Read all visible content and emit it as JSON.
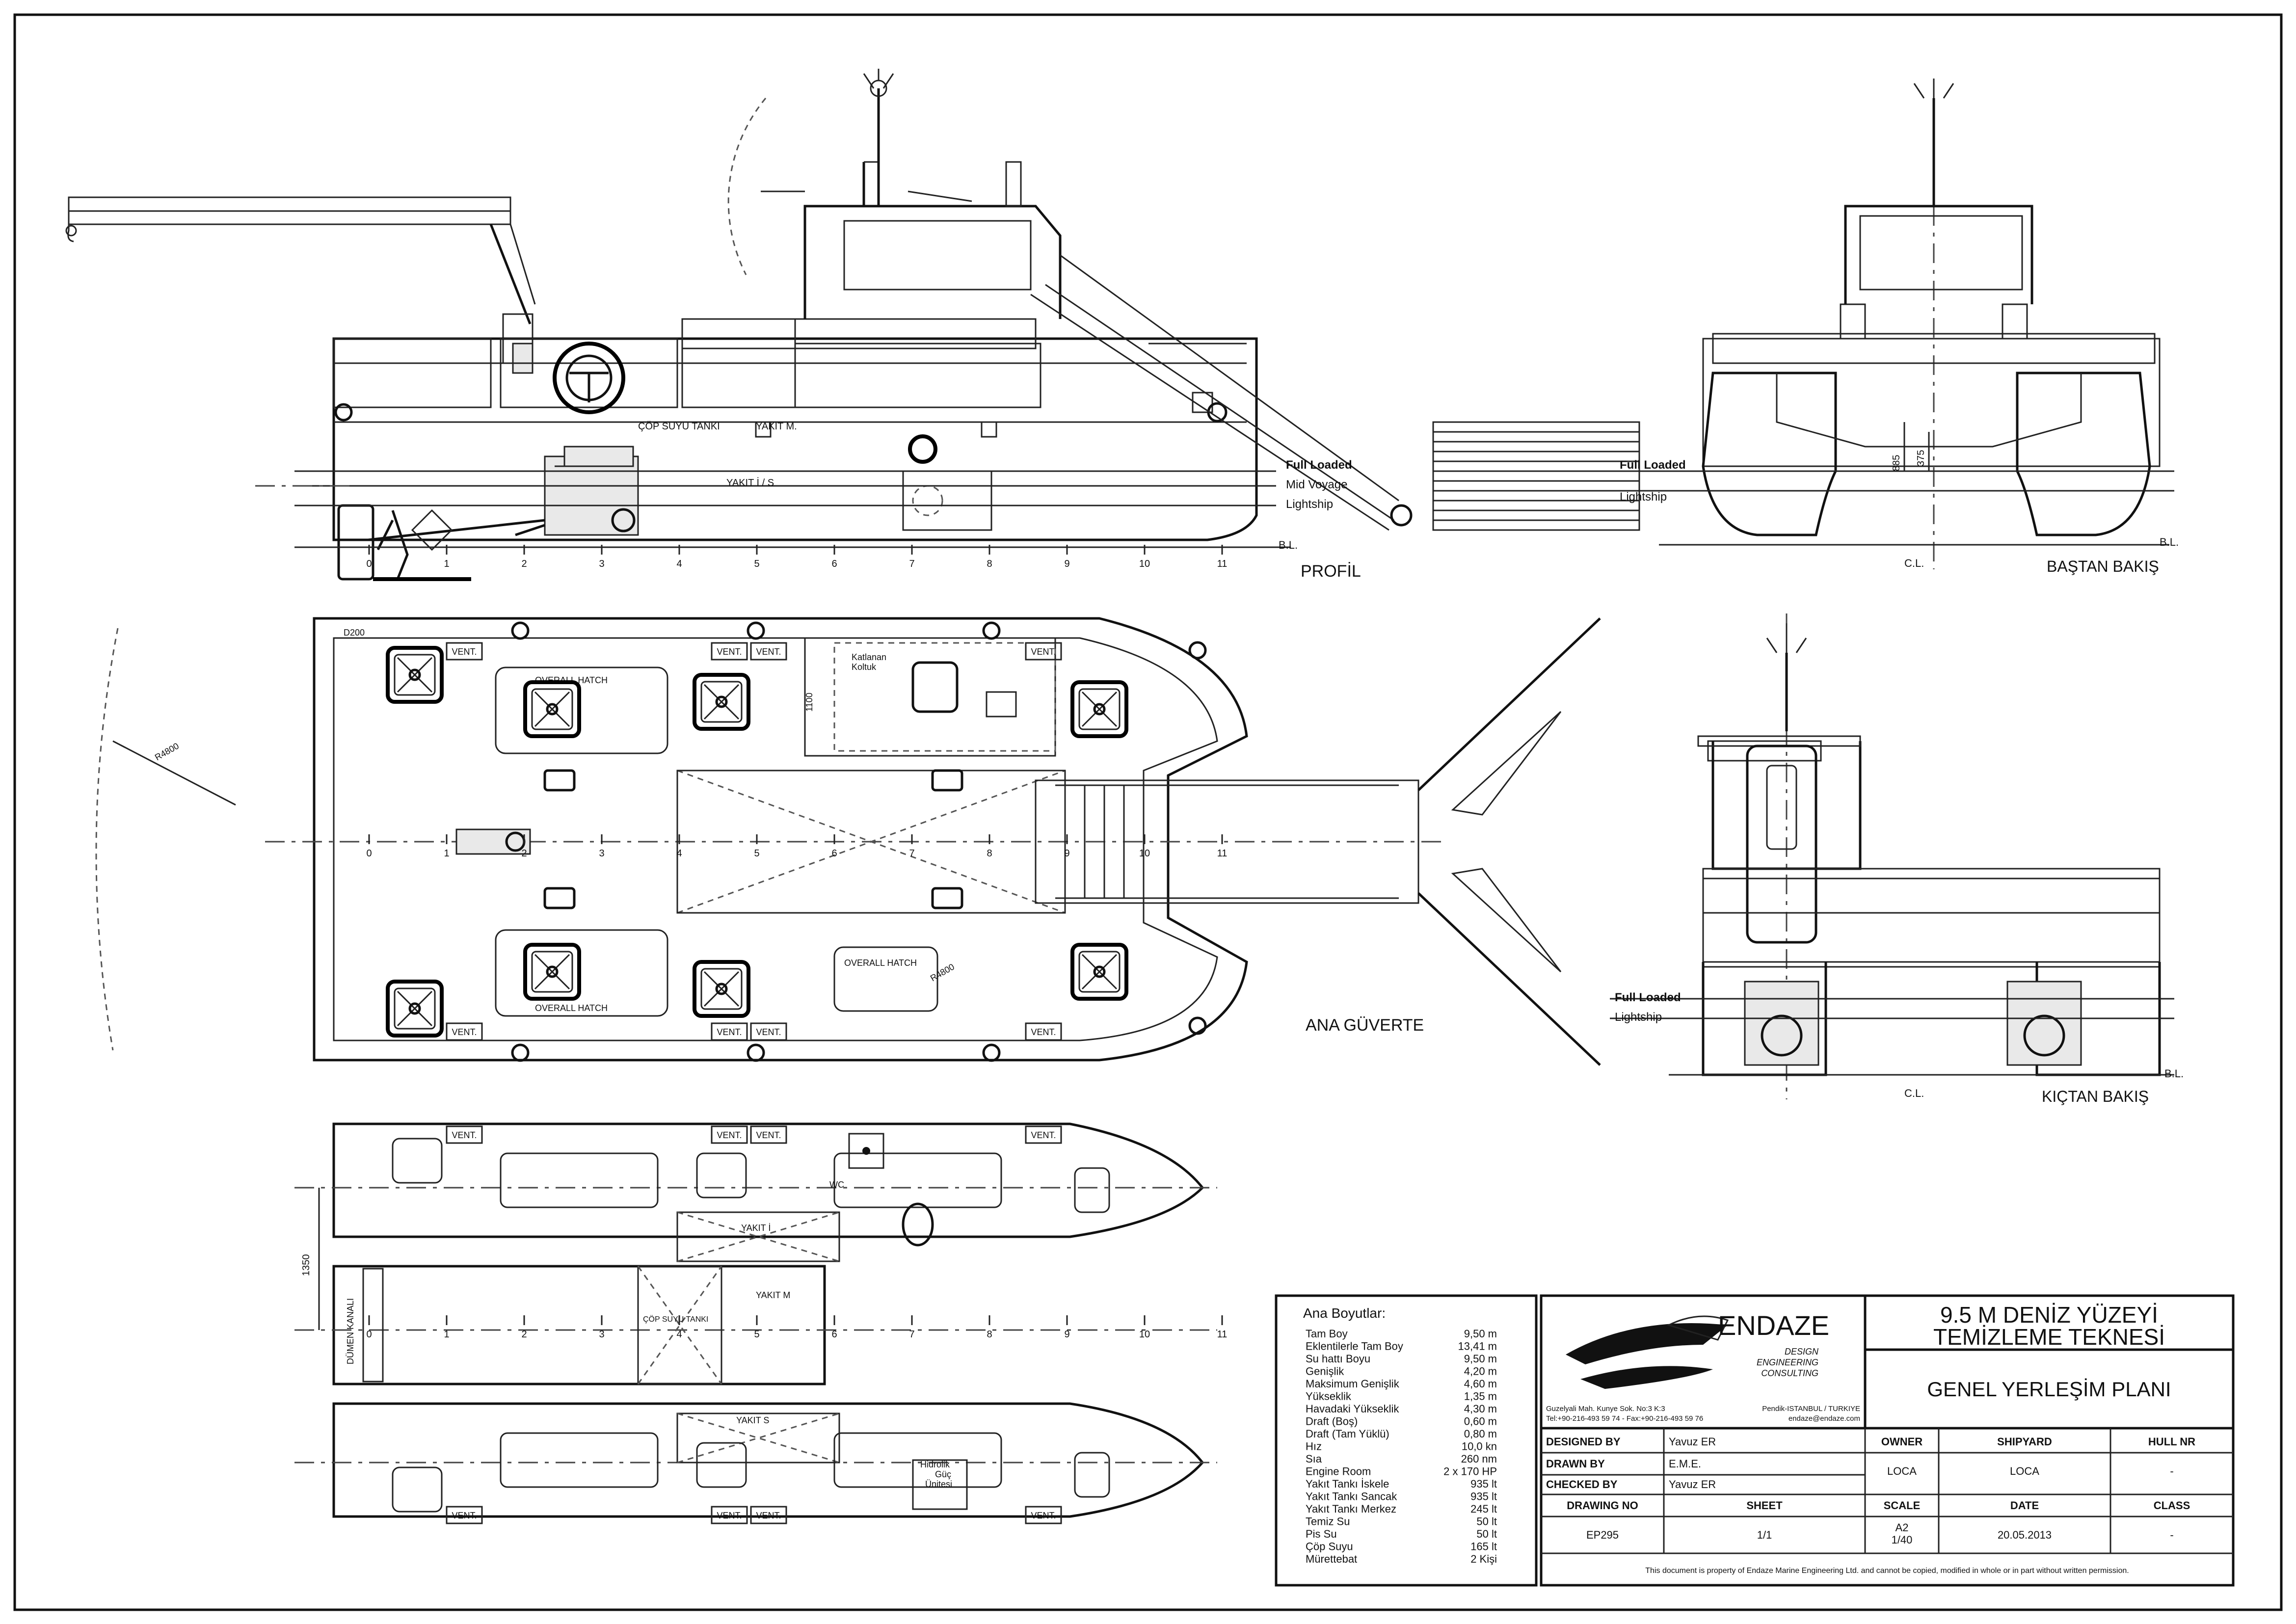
{
  "views": {
    "profile": {
      "title": "PROFİL",
      "waterlines": [
        "Full Loaded",
        "Mid Voyage",
        "Lightship"
      ],
      "baseline": "B.L.",
      "tanks": [
        "ÇÖP SUYU TANKI",
        "YAKIT M.",
        "YAKIT İ / S"
      ],
      "frames": [
        "0",
        "1",
        "2",
        "3",
        "4",
        "5",
        "6",
        "7",
        "8",
        "9",
        "10",
        "11"
      ]
    },
    "front": {
      "title": "BAŞTAN BAKIŞ",
      "waterlines": [
        "Full Loaded",
        "Lightship"
      ],
      "baseline": "B.L.",
      "centerline": "C.L.",
      "dims": [
        "885",
        "375"
      ]
    },
    "aft": {
      "title": "KIÇTAN BAKIŞ",
      "waterlines": [
        "Full Loaded",
        "Lightship"
      ],
      "baseline": "B.L.",
      "centerline": "C.L."
    },
    "deck": {
      "title": "ANA GÜVERTE",
      "labels": {
        "d200": "D200",
        "vent": "VENT.",
        "overall_hatch": "OVERALL HATCH",
        "seat": "Katlanan\nKoltuk",
        "dim_1100": "1100",
        "radius": "R4800"
      },
      "frames": [
        "0",
        "1",
        "2",
        "3",
        "4",
        "5",
        "6",
        "7",
        "8",
        "9",
        "10",
        "11"
      ]
    },
    "lower": {
      "labels": {
        "vent": "VENT.",
        "wc": "WC",
        "yakit_i": "YAKIT İ",
        "yakit_m": "YAKIT M",
        "yakit_s": "YAKIT S",
        "cop": "ÇÖP SUYU TANKI",
        "dumen": "DÜMEN KANALI",
        "hidrolik": "Hidrolik\nGüç\nÜnitesi",
        "dim_1350": "1350"
      },
      "frames": [
        "0",
        "1",
        "2",
        "3",
        "4",
        "5",
        "6",
        "7",
        "8",
        "9",
        "10",
        "11"
      ]
    }
  },
  "particulars": {
    "title": "Ana Boyutlar:",
    "rows": [
      {
        "k": "Tam Boy",
        "v": "9,50 m"
      },
      {
        "k": "Eklentilerle Tam Boy",
        "v": "13,41 m"
      },
      {
        "k": "Su hattı Boyu",
        "v": "9,50 m"
      },
      {
        "k": "Genişlik",
        "v": "4,20 m"
      },
      {
        "k": "Maksimum Genişlik",
        "v": "4,60 m"
      },
      {
        "k": "Yükseklik",
        "v": "1,35 m"
      },
      {
        "k": "Havadaki Yükseklik",
        "v": "4,30 m"
      },
      {
        "k": "Draft (Boş)",
        "v": "0,60 m"
      },
      {
        "k": "Draft (Tam Yüklü)",
        "v": "0,80 m"
      },
      {
        "k": "Hız",
        "v": "10,0 kn"
      },
      {
        "k": "Sıa",
        "v": "260 nm"
      },
      {
        "k": "Engine Room",
        "v": "2 x 170 HP"
      },
      {
        "k": "Yakıt Tankı İskele",
        "v": "935 lt"
      },
      {
        "k": "Yakıt Tankı Sancak",
        "v": "935 lt"
      },
      {
        "k": "Yakıt Tankı Merkez",
        "v": "245 lt"
      },
      {
        "k": "Temiz Su",
        "v": "50 lt"
      },
      {
        "k": "Pis Su",
        "v": "50 lt"
      },
      {
        "k": "Çöp Suyu",
        "v": "165 lt"
      },
      {
        "k": "Mürettebat",
        "v": "2 Kişi"
      }
    ]
  },
  "title_block": {
    "company": "ENDAZE",
    "tagline": [
      "DESIGN",
      "ENGINEERING",
      "CONSULTING"
    ],
    "address_left": "Guzelyali Mah. Kunye Sok. No:3 K:3",
    "address_right": "Pendik-ISTANBUL / TURKIYE",
    "phone": "Tel:+90-216-493 59 74 - Fax:+90-216-493 59 76",
    "email": "endaze@endaze.com",
    "project_line1": "9.5 M DENİZ YÜZEYİ",
    "project_line2": "TEMİZLEME TEKNESİ",
    "drawing_title": "GENEL YERLEŞİM PLANI",
    "designed_by_label": "DESIGNED BY",
    "designed_by": "Yavuz ER",
    "drawn_by_label": "DRAWN BY",
    "drawn_by": "E.M.E.",
    "checked_by_label": "CHECKED BY",
    "checked_by": "Yavuz ER",
    "owner_label": "OWNER",
    "owner": "LOCA",
    "shipyard_label": "SHIPYARD",
    "shipyard": "LOCA",
    "hull_label": "HULL NR",
    "hull": "-",
    "drawing_no_label": "DRAWING NO",
    "drawing_no": "EP295",
    "sheet_label": "SHEET",
    "sheet": "1/1",
    "scale_label": "SCALE",
    "scale_paper": "A2",
    "scale": "1/40",
    "date_label": "DATE",
    "date": "20.05.2013",
    "class_label": "CLASS",
    "class": "-",
    "disclaimer": "This document is property of  Endaze Marine Engineering Ltd. and cannot be copied, modified in whole or in part without written permission."
  }
}
